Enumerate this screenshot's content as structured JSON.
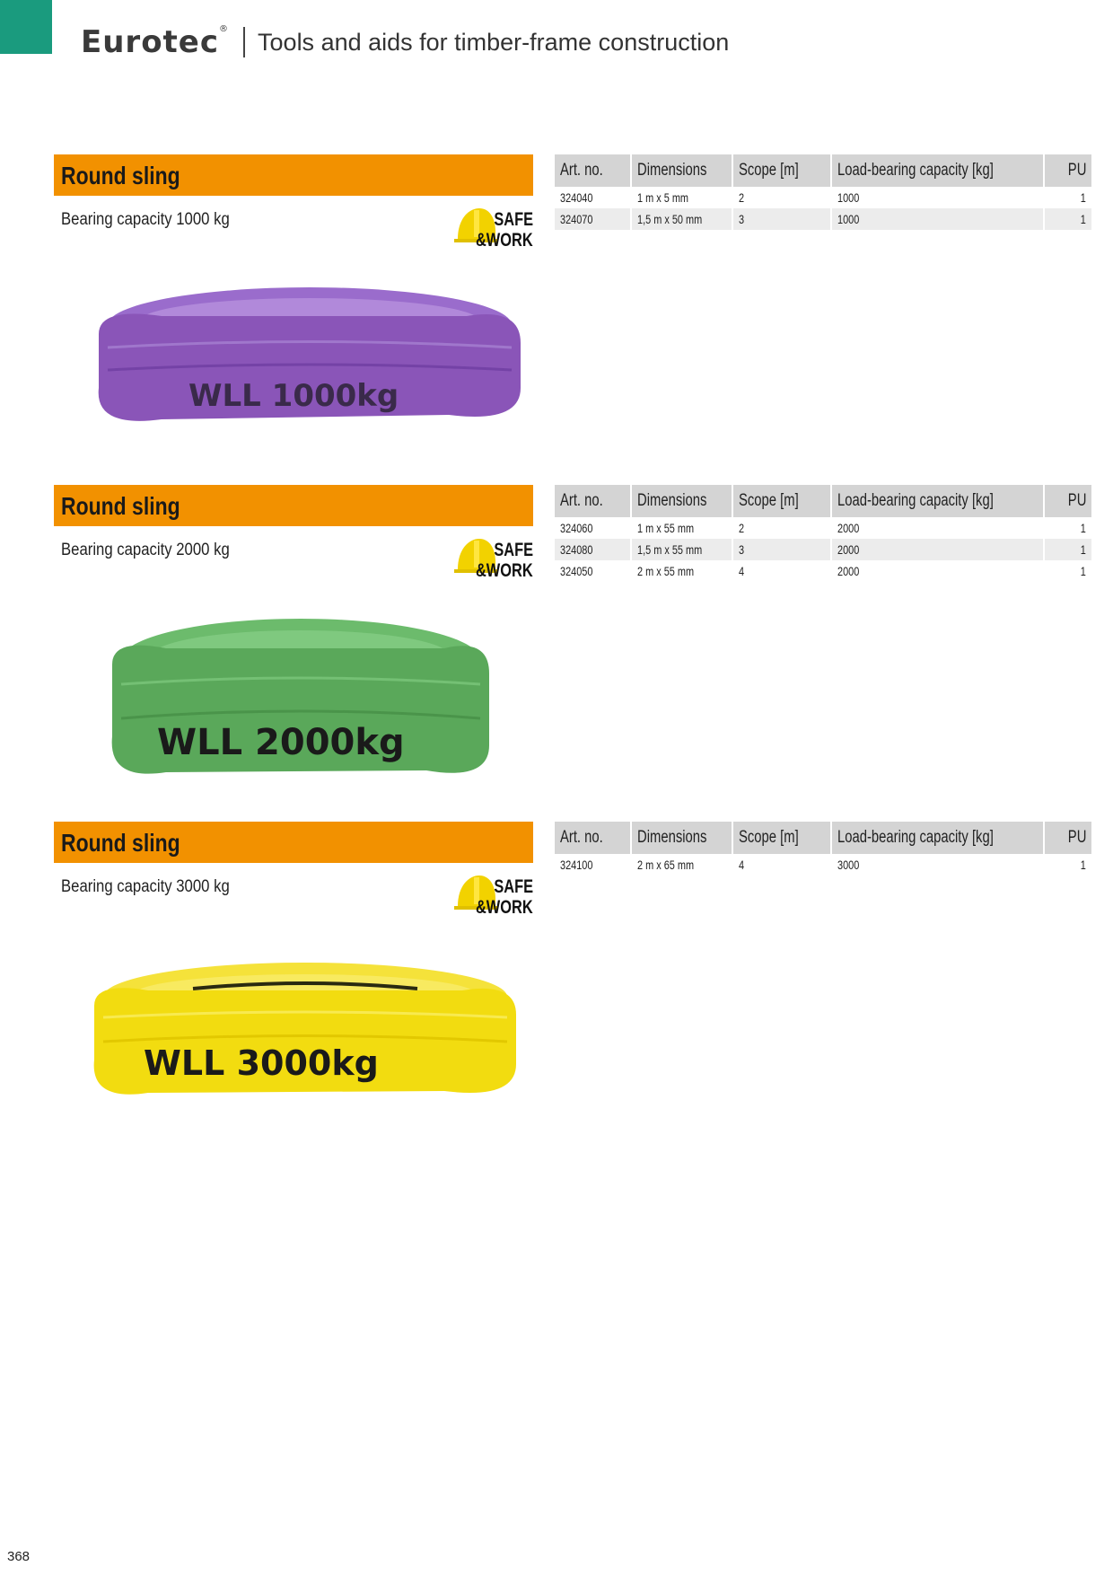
{
  "header": {
    "brand": "Eurotec",
    "brand_mark": "®",
    "title": "Tools and aids for timber-frame construction"
  },
  "colors": {
    "accent": "#1a9b7e",
    "section_bar": "#f29100",
    "table_header": "#d4d4d4"
  },
  "badge": {
    "line1": "SAFE",
    "line2": "&WORK",
    "icon": "hard-hat-icon"
  },
  "table_headers": [
    "Art. no.",
    "Dimensions",
    "Scope [m]",
    "Load-bearing capacity [kg]",
    "PU"
  ],
  "sections": [
    {
      "title": "Round sling",
      "subtitle": "Bearing capacity 1000 kg",
      "product_label": "WLL 1000kg",
      "product_color": "#8a55b8",
      "rows": [
        [
          "324040",
          "1 m x 5 mm",
          "2",
          "1000",
          "1"
        ],
        [
          "324070",
          "1,5 m x 50 mm",
          "3",
          "1000",
          "1"
        ]
      ]
    },
    {
      "title": "Round sling",
      "subtitle": "Bearing capacity 2000 kg",
      "product_label": "WLL 2000kg",
      "product_color": "#5aa85a",
      "rows": [
        [
          "324060",
          "1 m x 55 mm",
          "2",
          "2000",
          "1"
        ],
        [
          "324080",
          "1,5 m x 55 mm",
          "3",
          "2000",
          "1"
        ],
        [
          "324050",
          "2 m x 55 mm",
          "4",
          "2000",
          "1"
        ]
      ]
    },
    {
      "title": "Round sling",
      "subtitle": "Bearing capacity 3000 kg",
      "product_label": "WLL 3000kg",
      "product_color": "#f2dc10",
      "rows": [
        [
          "324100",
          "2 m x 65 mm",
          "4",
          "3000",
          "1"
        ]
      ]
    }
  ],
  "page_number": "368"
}
